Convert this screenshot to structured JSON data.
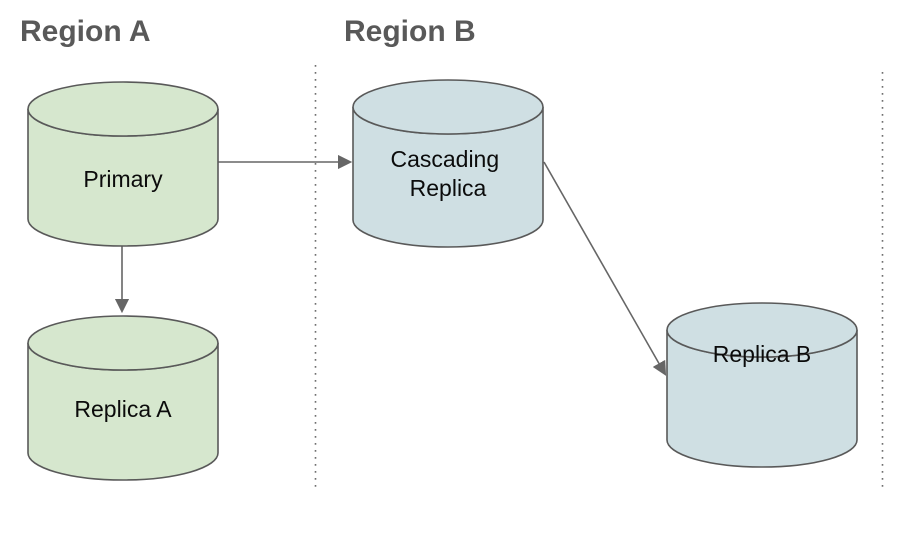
{
  "diagram": {
    "type": "database-replication-topology",
    "regions": [
      {
        "label": "Region A"
      },
      {
        "label": "Region B"
      }
    ],
    "nodes": [
      {
        "id": "primary",
        "label": "Primary",
        "region": "Region A",
        "fill": "#d6e7ce"
      },
      {
        "id": "cascading-replica",
        "label": "Cascading Replica",
        "line1": "Cascading",
        "line2": "Replica",
        "region": "Region B",
        "fill": "#cfdfe3"
      },
      {
        "id": "replica-a",
        "label": "Replica A",
        "region": "Region A",
        "fill": "#d6e7ce"
      },
      {
        "id": "replica-b",
        "label": "Replica B",
        "region": "Region B",
        "fill": "#cfdfe3"
      }
    ],
    "edges": [
      {
        "from": "Primary",
        "to": "Cascading Replica"
      },
      {
        "from": "Primary",
        "to": "Replica A"
      },
      {
        "from": "Cascading Replica",
        "to": "Replica B"
      }
    ],
    "colors": {
      "node_green": "#d6e7ce",
      "node_blue": "#cfdfe3",
      "stroke": "#595959",
      "header_text": "#595959",
      "arrow": "#666666",
      "divider": "#707070"
    }
  }
}
